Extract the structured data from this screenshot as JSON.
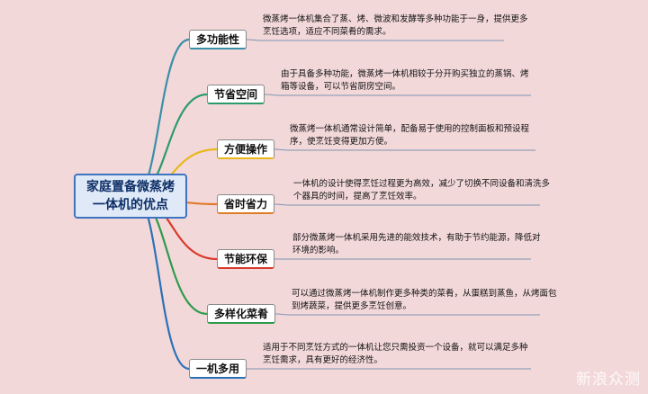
{
  "root": {
    "line1": "家庭置备微蒸烤",
    "line2": "一体机的优点"
  },
  "branches": [
    {
      "label": "多功能性",
      "desc": "微蒸烤一体机集合了蒸、烤、微波和发酵等多种功能于一身，提供更多烹饪选项，适应不同菜肴的需求。",
      "color": "#3a8fa5"
    },
    {
      "label": "节省空间",
      "desc": "由于具备多种功能，微蒸烤一体机相较于分开购买独立的蒸锅、烤箱等设备，可以节省厨房空间。",
      "color": "#2c9b6a"
    },
    {
      "label": "方便操作",
      "desc": "微蒸烤一体机通常设计简单，配备易于使用的控制面板和预设程序，使烹饪变得更加方便。",
      "color": "#e8b81c"
    },
    {
      "label": "省时省力",
      "desc": "一体机的设计使得烹饪过程更为高效，减少了切换不同设备和清洗多个器具的时间，提高了烹饪效率。",
      "color": "#e07b2a"
    },
    {
      "label": "节能环保",
      "desc": "部分微蒸烤一体机采用先进的能效技术，有助于节约能源，降低对环境的影响。",
      "color": "#d93a2a"
    },
    {
      "label": "多样化菜肴",
      "desc": "可以通过微蒸烤一体机制作更多种类的菜肴，从蛋糕到蒸鱼，从烤面包到烤蔬菜，提供更多烹饪创意。",
      "color": "#2e9b4a"
    },
    {
      "label": "一机多用",
      "desc": "适用于不同烹饪方式的一体机让您只需投资一个设备，就可以满足多种烹饪需求，具有更好的经济性。",
      "color": "#2a72b5"
    }
  ],
  "watermark": "新浪众测"
}
